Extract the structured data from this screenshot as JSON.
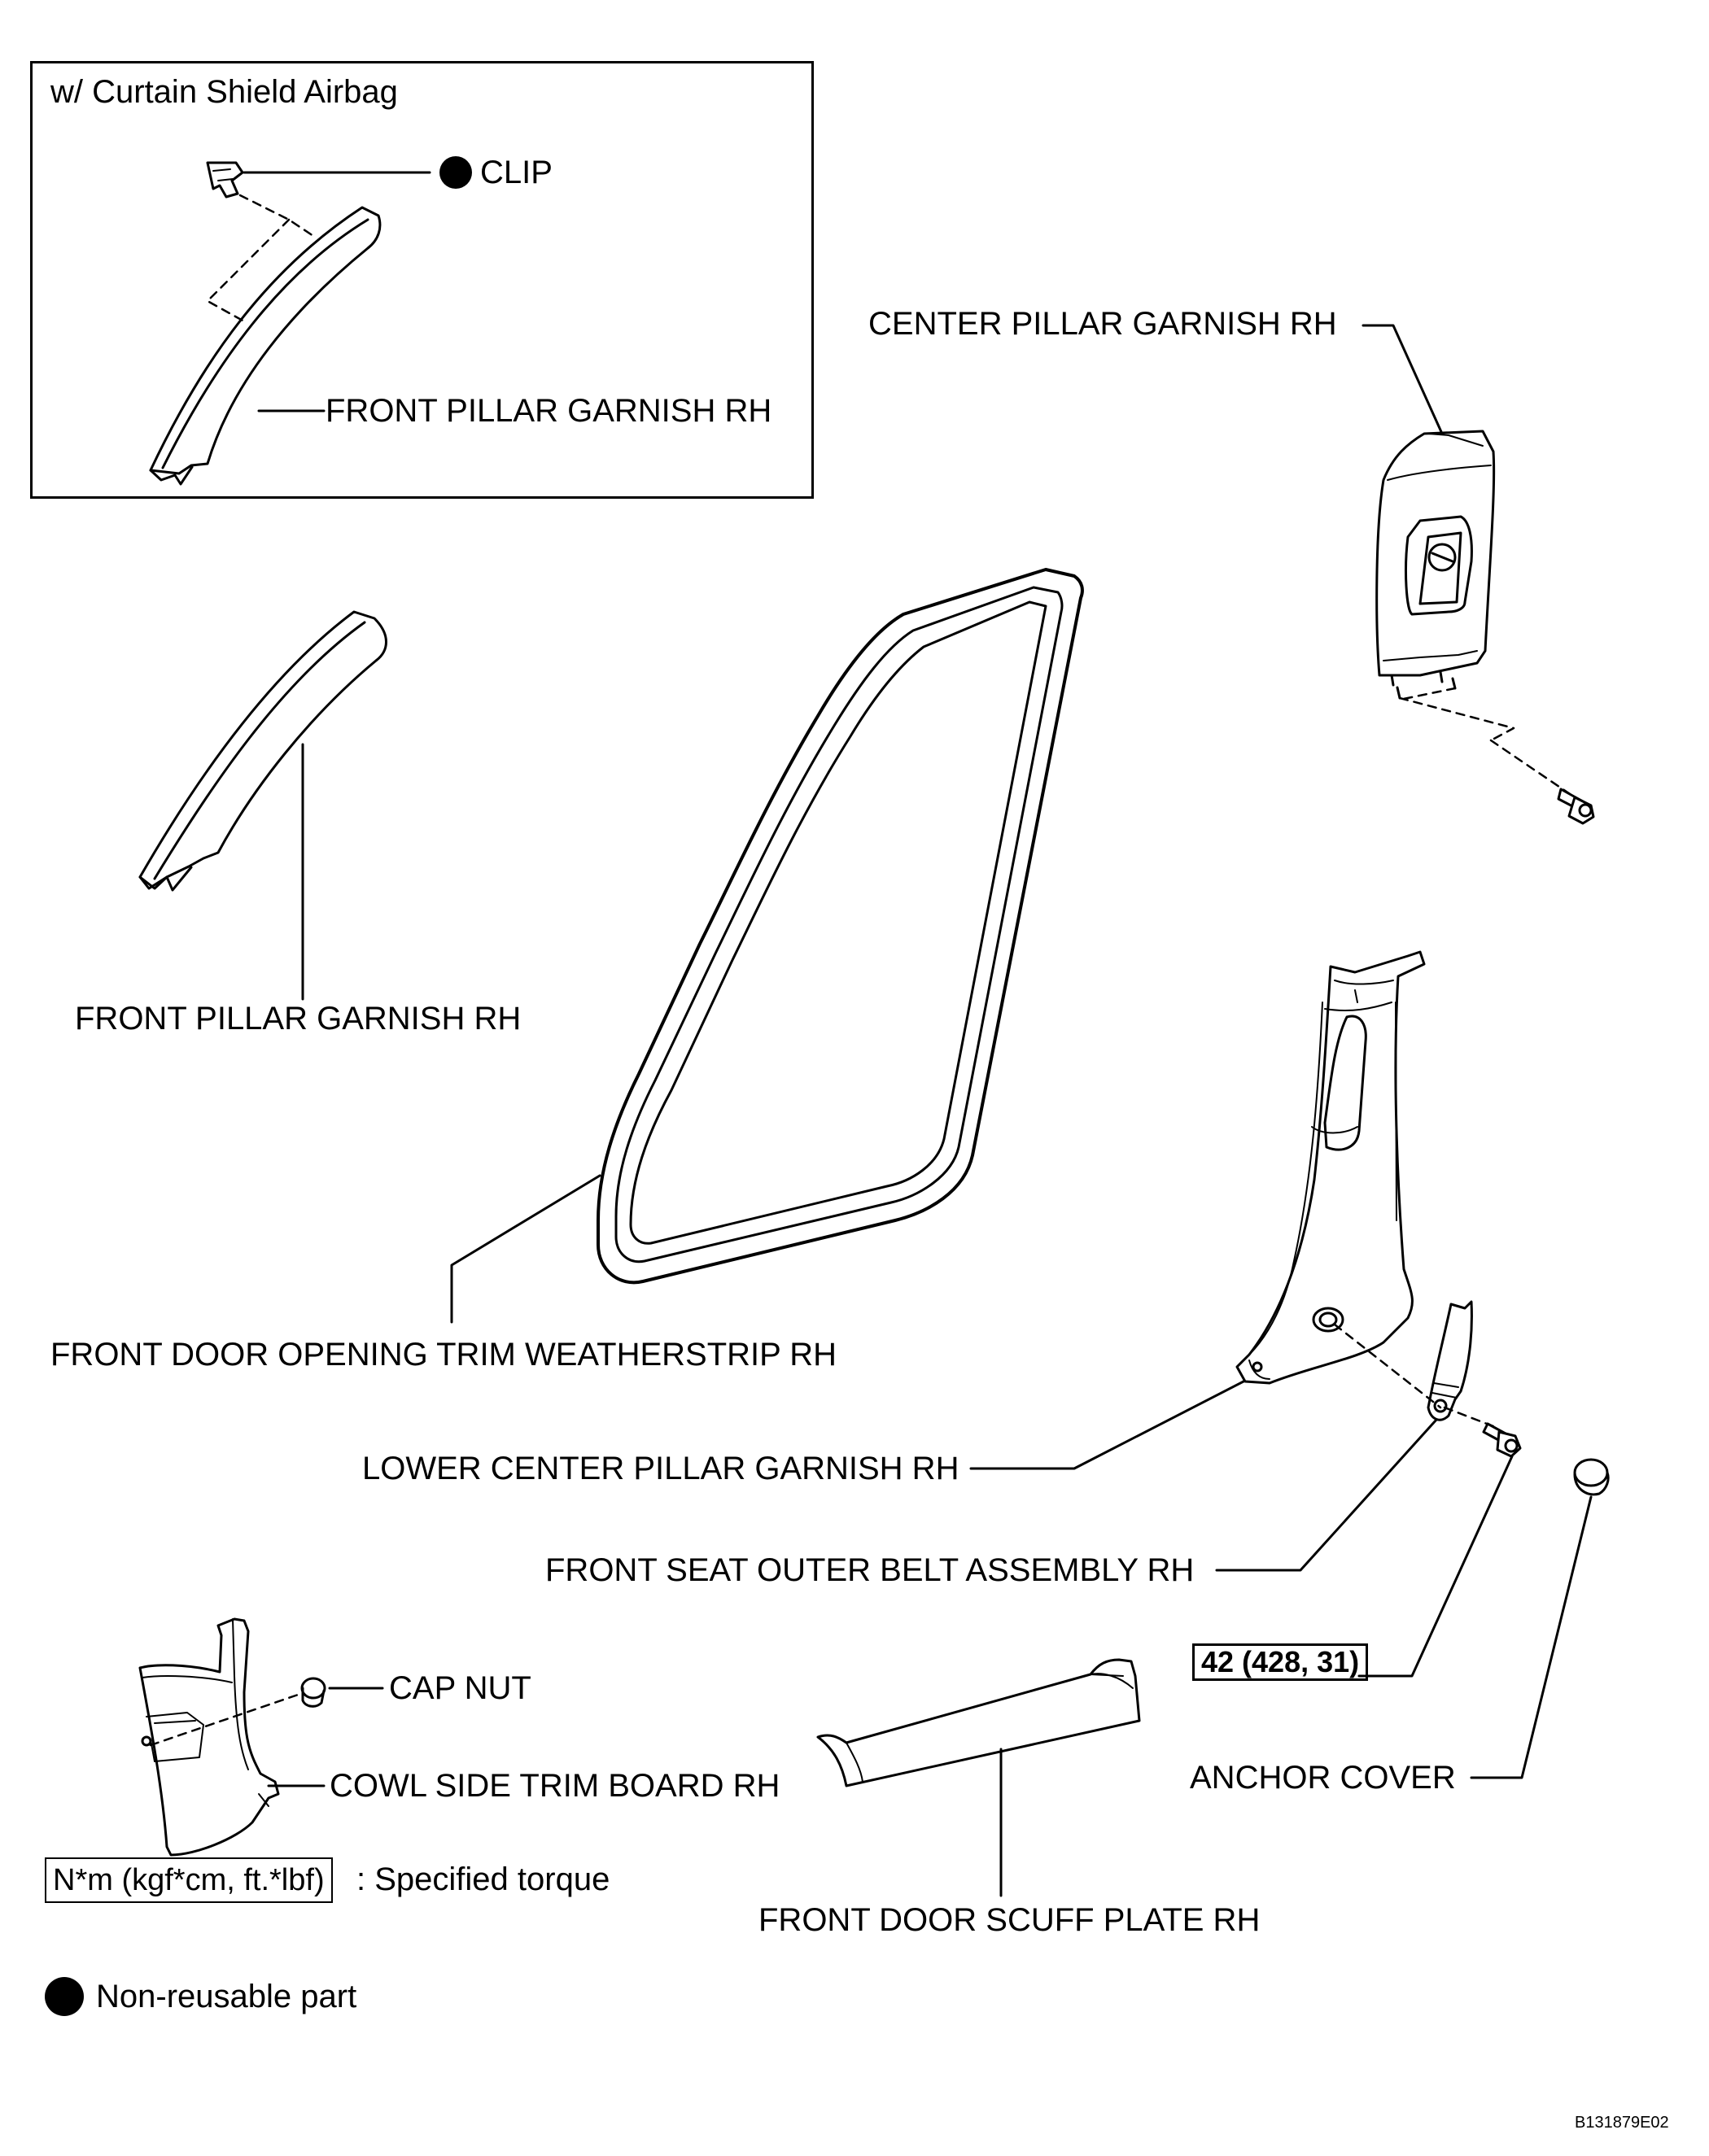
{
  "inset": {
    "title": "w/ Curtain Shield Airbag",
    "clip_label": "CLIP",
    "front_pillar_label": "FRONT PILLAR GARNISH RH"
  },
  "labels": {
    "center_pillar": "CENTER PILLAR GARNISH RH",
    "front_pillar": "FRONT PILLAR GARNISH RH",
    "weatherstrip": "FRONT DOOR OPENING TRIM WEATHERSTRIP RH",
    "lower_center_pillar": "LOWER CENTER PILLAR GARNISH RH",
    "seat_belt": "FRONT SEAT OUTER BELT ASSEMBLY RH",
    "torque_value": "42 (428, 31)",
    "anchor_cover": "ANCHOR COVER",
    "cap_nut": "CAP NUT",
    "cowl_side": "COWL SIDE TRIM BOARD RH",
    "scuff_plate": "FRONT DOOR SCUFF PLATE RH"
  },
  "legend": {
    "torque_unit": "N*m (kgf*cm, ft.*lbf)",
    "torque_desc": ": Specified torque",
    "non_reusable": "Non-reusable part"
  },
  "figure_code": "B131879E02"
}
